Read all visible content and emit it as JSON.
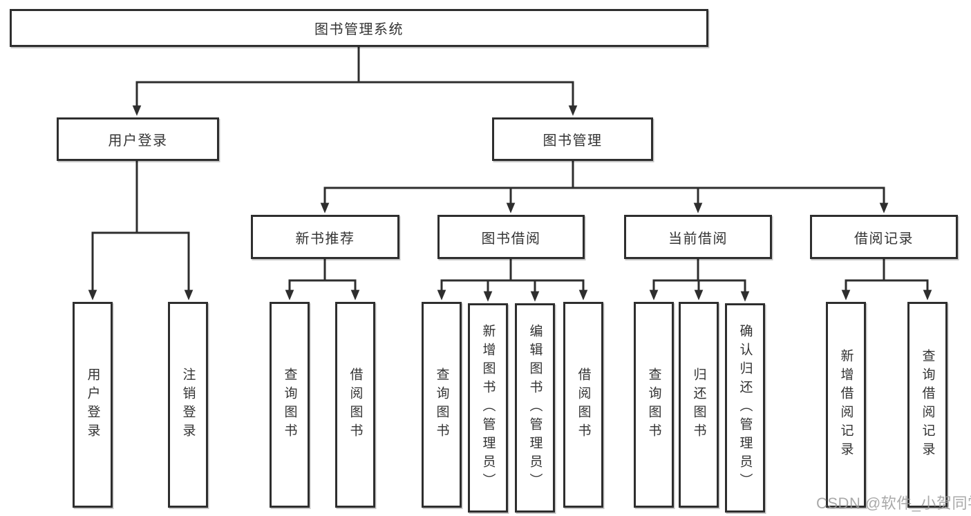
{
  "watermark": "CSDN @软件_小贺同学",
  "colors": {
    "line": "#2e2e2e",
    "box_border": "#2e2e2e",
    "text": "#333333",
    "watermark": "#9b9b9b",
    "background": "#ffffff"
  },
  "tree": {
    "label": "图书管理系统",
    "children": [
      {
        "label": "用户登录",
        "children": [
          {
            "label": "用户登录"
          },
          {
            "label": "注销登录"
          }
        ]
      },
      {
        "label": "图书管理",
        "children": [
          {
            "label": "新书推荐",
            "children": [
              {
                "label": "查询图书"
              },
              {
                "label": "借阅图书"
              }
            ]
          },
          {
            "label": "图书借阅",
            "children": [
              {
                "label": "查询图书"
              },
              {
                "label": "新增图书（管理员）"
              },
              {
                "label": "编辑图书（管理员）"
              },
              {
                "label": "借阅图书"
              }
            ]
          },
          {
            "label": "当前借阅",
            "children": [
              {
                "label": "查询图书"
              },
              {
                "label": "归还图书"
              },
              {
                "label": "确认归还（管理员）"
              }
            ]
          },
          {
            "label": "借阅记录",
            "children": [
              {
                "label": "新增借阅记录"
              },
              {
                "label": "查询借阅记录"
              }
            ]
          }
        ]
      }
    ]
  }
}
